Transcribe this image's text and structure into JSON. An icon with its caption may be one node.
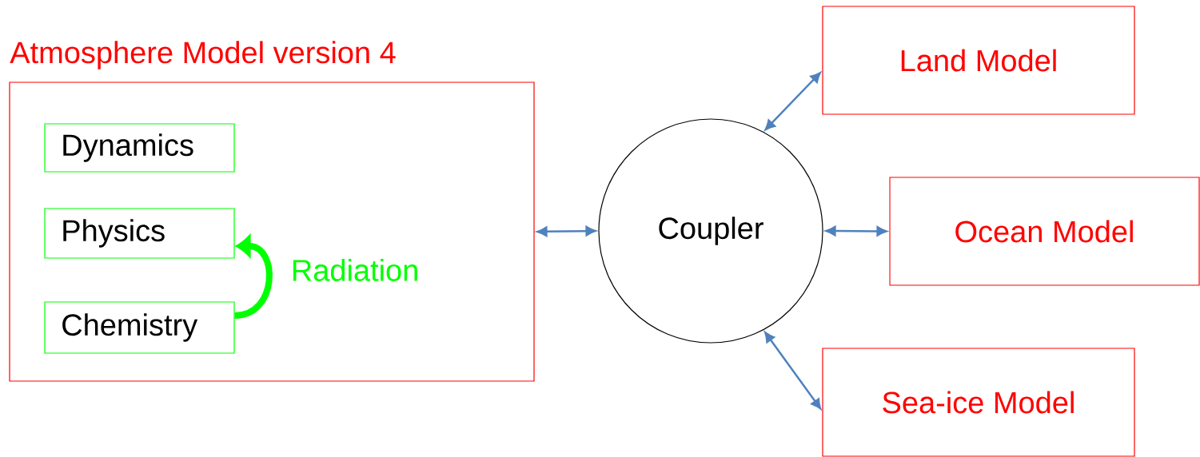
{
  "diagram": {
    "nodes": [
      {
        "text": [
          "Atmosphere Model version 4"
        ]
      },
      {
        "text": [
          "Dynamics"
        ],
        "in": 0
      },
      {
        "text": [
          "Physics"
        ],
        "in": 0
      },
      {
        "text": [
          "Chemistry"
        ],
        "in": 0
      },
      {
        "text": [
          "Coupler"
        ]
      },
      {
        "text": [
          "Land Model"
        ]
      },
      {
        "text": [
          "Ocean Model"
        ]
      },
      {
        "text": [
          "Sea-ice Model"
        ]
      }
    ],
    "edges": [
      {
        "from": 0,
        "to": 4,
        "arrow": "both"
      },
      {
        "from": 4,
        "to": 5,
        "arrow": "both"
      },
      {
        "from": 4,
        "to": 6,
        "arrow": "both"
      },
      {
        "from": 4,
        "to": 7,
        "arrow": "both"
      },
      {
        "from": 3,
        "to": 2,
        "arrow": "to",
        "label": "Radiation",
        "style": "thick",
        "color": "#00ff00"
      }
    ]
  }
}
